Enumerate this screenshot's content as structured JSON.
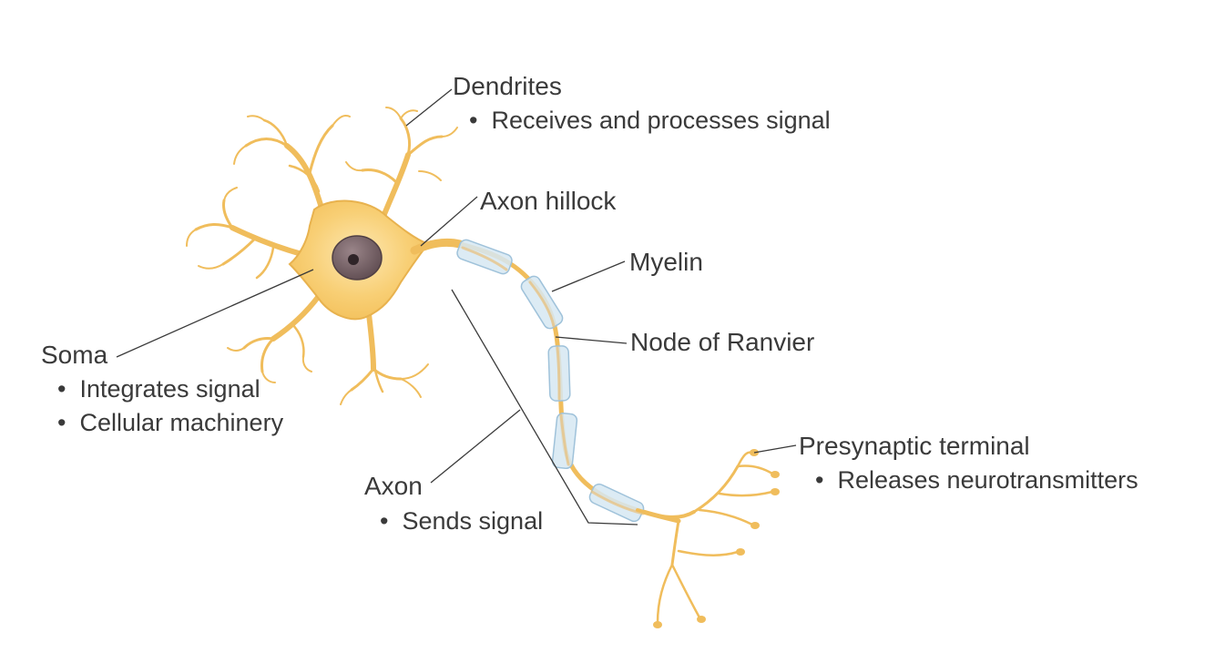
{
  "labels": {
    "dendrites": {
      "title": "Dendrites",
      "bullets": [
        "Receives and processes signal"
      ]
    },
    "axon_hillock": {
      "title": "Axon hillock"
    },
    "myelin": {
      "title": "Myelin"
    },
    "node_of_ranvier": {
      "title": "Node of Ranvier"
    },
    "soma": {
      "title": "Soma",
      "bullets": [
        "Integrates signal",
        "Cellular machinery"
      ]
    },
    "axon": {
      "title": "Axon",
      "bullets": [
        "Sends signal"
      ]
    },
    "presynaptic_terminal": {
      "title": "Presynaptic terminal",
      "bullets": [
        "Releases neurotransmitters"
      ]
    }
  },
  "colors": {
    "cell_fill": "#f6c866",
    "cell_center": "#fbe3a6",
    "cell_stroke": "#e2ac45",
    "nucleus": "#6e5b60",
    "nucleolus": "#2f2428",
    "myelin_fill": "#d6e7f2",
    "myelin_stroke": "#9fc2da",
    "leader_line": "#3a3a3a",
    "text": "#3a3a3a"
  }
}
